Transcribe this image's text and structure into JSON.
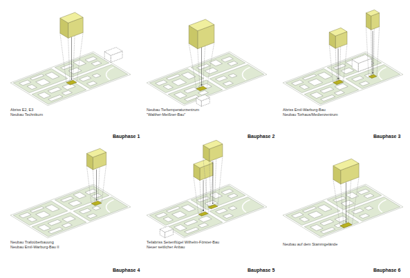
{
  "diagram": {
    "labels": [
      "Abriss E2, E3",
      "Neubau Technikum",
      "Bauphase 1",
      "Neubau Tieftemperaturzentrum",
      "\"Walther-Meißner-Bau\"",
      "Bauphase 2",
      "Abriss Emil-Warburg-Bau",
      "Neubau Torhaus/Medienzentrum",
      "Bauphase 3",
      "Neubau Trafoüberbauung",
      "Neubau Emil-Warburg-Bau II",
      "Bauphase 4",
      "Teilabriss Seitenflügel Wilhelm-Förster-Bau",
      "Neuer seitlicher Anbau",
      "Bauphase 5",
      "Neubau auf dem Stammgelände",
      "Bauphase 6"
    ]
  }
}
